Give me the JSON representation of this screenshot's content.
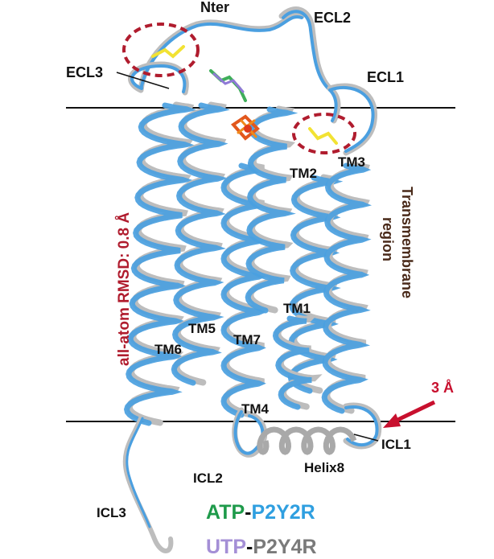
{
  "labels": {
    "nter": "Nter",
    "ecl2": "ECL2",
    "ecl3": "ECL3",
    "ecl1": "ECL1",
    "tm2": "TM2",
    "tm3": "TM3",
    "tm1": "TM1",
    "tm5": "TM5",
    "tm7": "TM7",
    "tm6": "TM6",
    "tm4": "TM4",
    "icl1": "ICL1",
    "icl2": "ICL2",
    "icl3": "ICL3",
    "helix8": "Helix8",
    "distance": "3 Å"
  },
  "side_labels": {
    "rmsd": "all-atom RMSD: 0.8 Å",
    "region_line1": "Transmembrane",
    "region_line2": "region"
  },
  "legend": {
    "row1_ligand": "ATP",
    "row1_sep": "-",
    "row1_receptor": "P2Y2R",
    "row2_ligand": "UTP",
    "row2_sep": "-",
    "row2_receptor": "P2Y4R"
  },
  "colors": {
    "p2y2r_ribbon": "#4a9fe0",
    "p2y4r_ribbon": "#bdbdbd",
    "atp_text": "#1e9a4a",
    "p2y2r_text": "#2f9fe0",
    "utp_text": "#a48fd6",
    "p2y4r_text": "#7a7a7a",
    "highlight_red": "#b01c2e",
    "disulfide_yellow": "#f2e233"
  }
}
